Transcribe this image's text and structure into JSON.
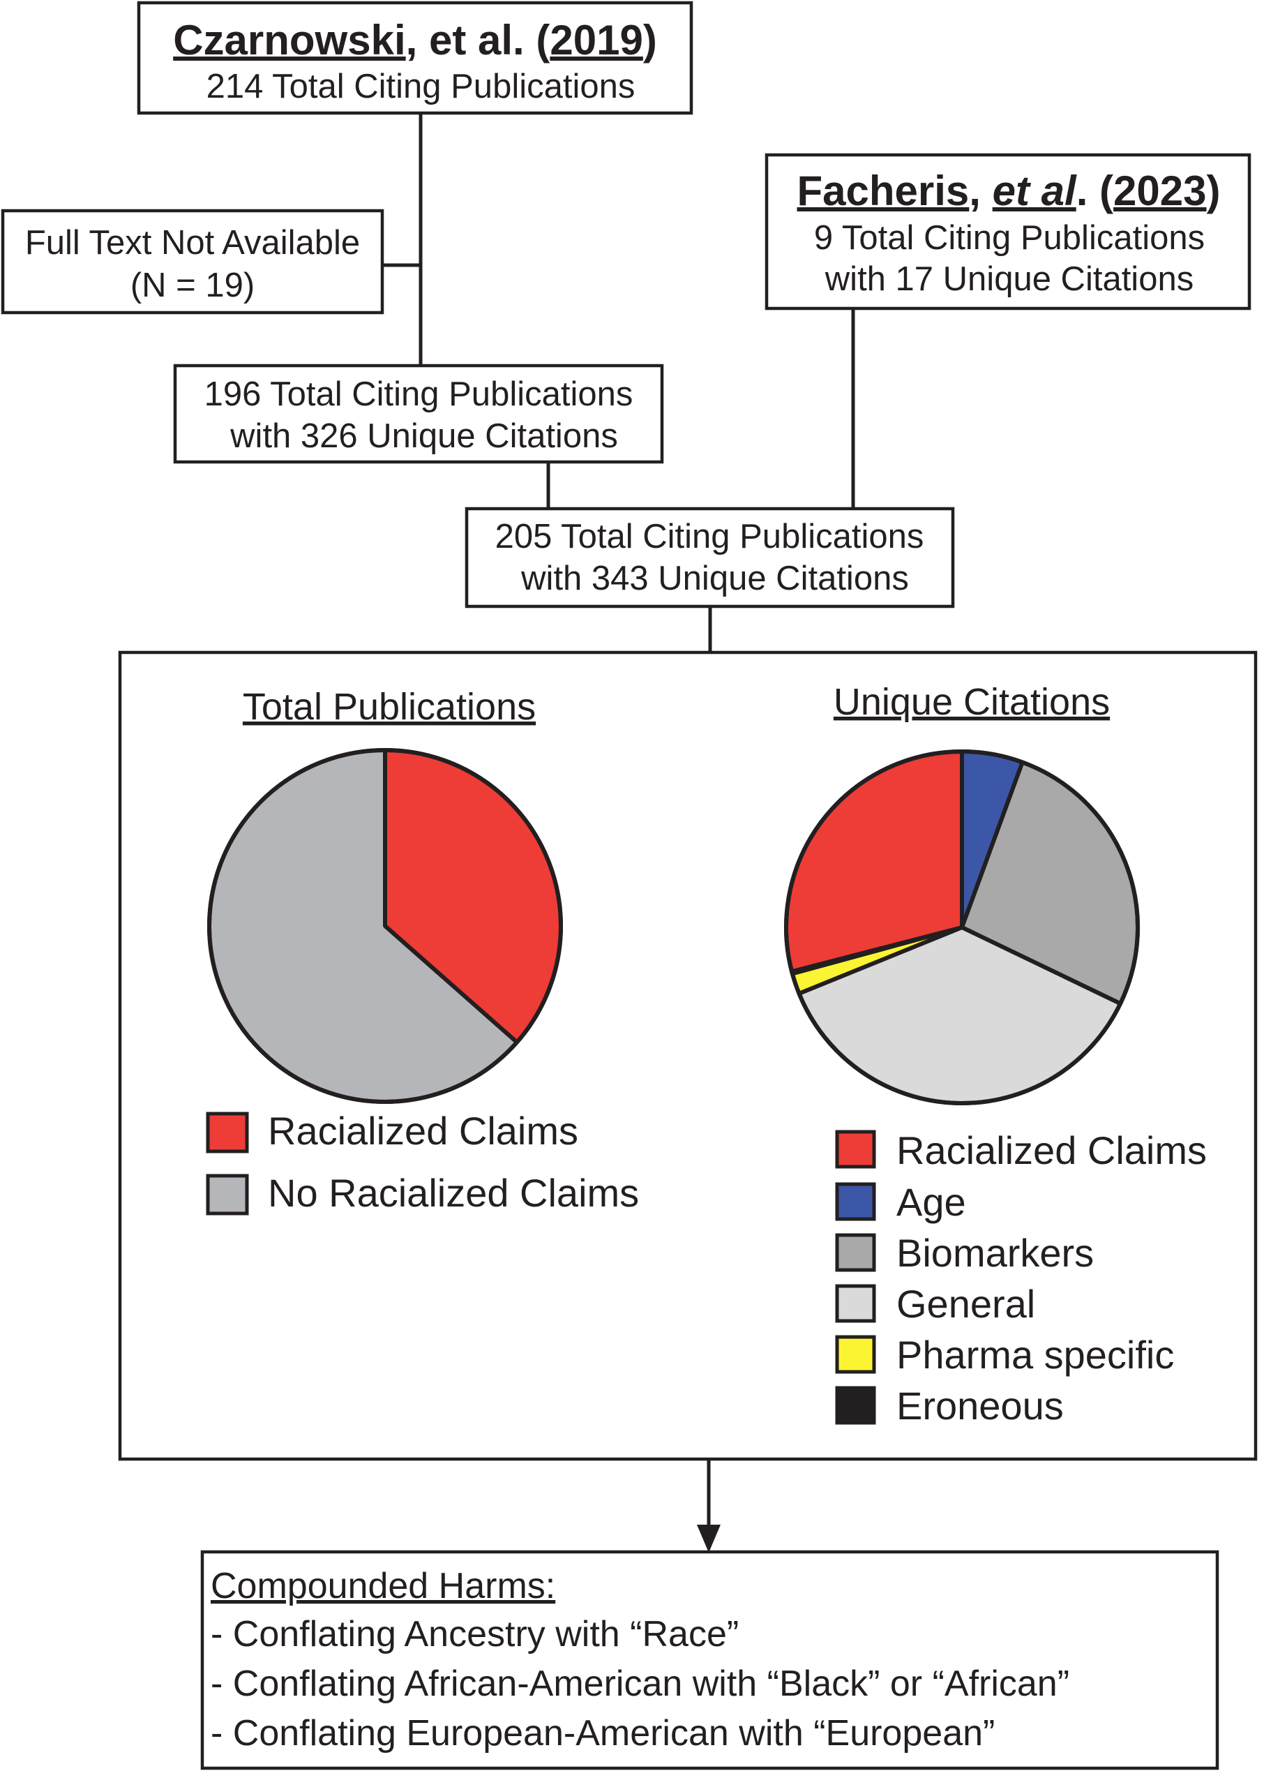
{
  "sources": {
    "czarnowski": {
      "author": "Czarnowski",
      "etal": ", et al. (",
      "year": "2019",
      "close": ")",
      "line1": "214 Total Citing Publications"
    },
    "facheris": {
      "author": "Facheris",
      "comma": ", ",
      "etal": "et al",
      "dot_open": ". (",
      "year": "2023",
      "close": ")",
      "line1": "9 Total Citing Publications",
      "line2": "with 17 Unique Citations"
    }
  },
  "excluded": {
    "line1": "Full Text Not Available",
    "line2": "(N = 19)"
  },
  "after_exclusion": {
    "line1": "196 Total Citing Publications",
    "line2": "with 326 Unique Citations"
  },
  "combined": {
    "line1": "205 Total Citing Publications",
    "line2": "with 343 Unique Citations"
  },
  "colors": {
    "racialized": "#ee3c37",
    "no_racialized": "#b5b6b9",
    "age": "#3c57a8",
    "biomarkers": "#a9a9a9",
    "general": "#dadada",
    "pharma": "#fbf433",
    "erroneous": "#231f20"
  },
  "chart_data": [
    {
      "type": "pie",
      "title": "Total Publications",
      "labels": [
        "Racialized Claims",
        "No Racialized Claims"
      ],
      "values": [
        36.5,
        63.5
      ],
      "colors": [
        "#ee3c37",
        "#b5b6b9"
      ]
    },
    {
      "type": "pie",
      "title": "Unique Citations",
      "labels": [
        "Racialized Claims",
        "Age",
        "Biomarkers",
        "General",
        "Pharma specific",
        "Eroneous"
      ],
      "values": [
        29.1,
        5.6,
        26.6,
        36.8,
        1.9,
        0.2
      ],
      "colors": [
        "#ee3c37",
        "#3c57a8",
        "#a9a9a9",
        "#dadada",
        "#fbf433",
        "#231f20"
      ]
    }
  ],
  "harms": {
    "title": "Compounded Harms:",
    "items": [
      "- Conflating Ancestry with “Race”",
      "- Conflating African-American with “Black” or “African”",
      "- Conflating European-American with “European”"
    ]
  }
}
